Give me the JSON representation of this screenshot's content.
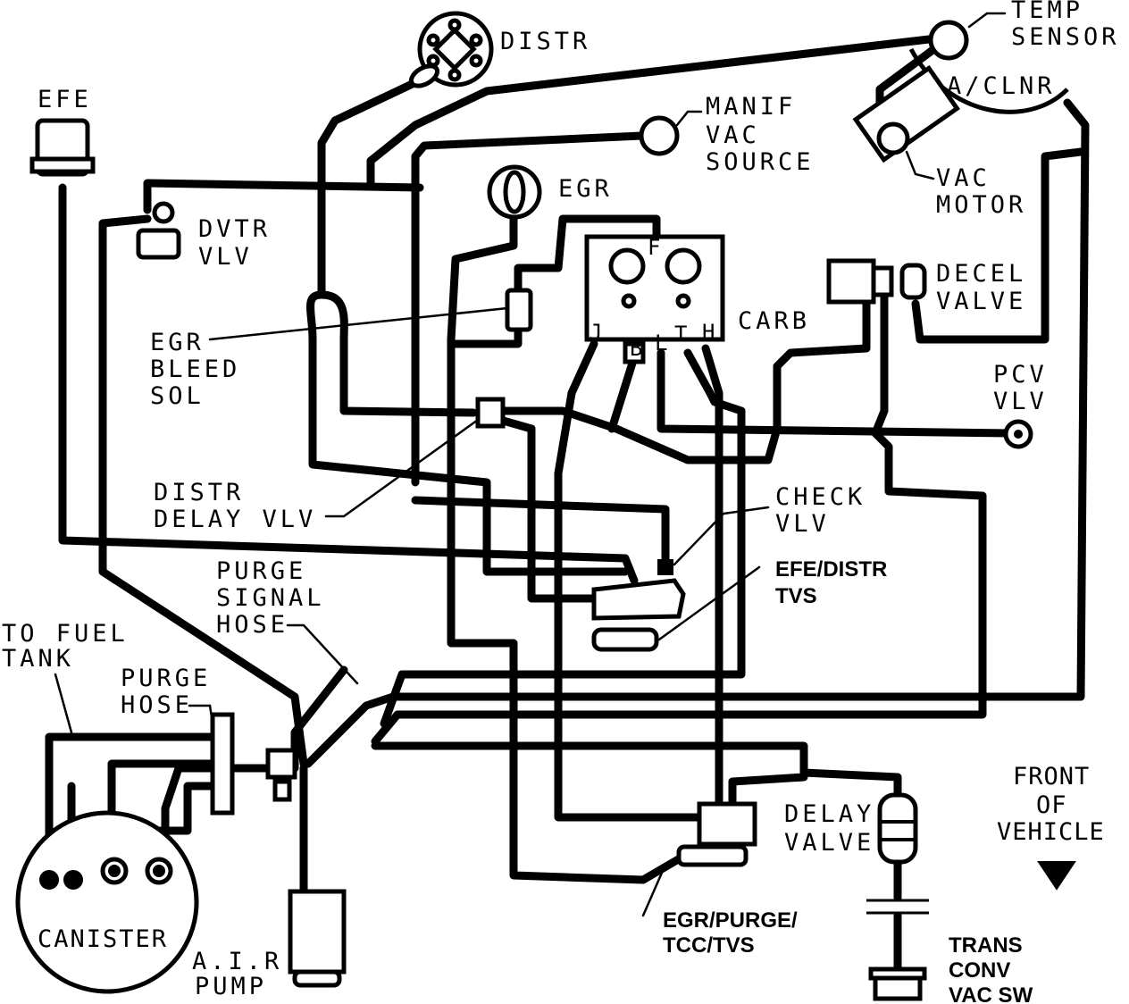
{
  "labels": {
    "distr": "DISTR",
    "temp_sensor_1": "TEMP",
    "temp_sensor_2": "SENSOR",
    "a_clnr": "A/CLNR",
    "efe": "EFE",
    "manif_1": "MANIF",
    "manif_2": "VAC",
    "manif_3": "SOURCE",
    "vac_motor_1": "VAC",
    "vac_motor_2": "MOTOR",
    "egr": "EGR",
    "dvtr_1": "DVTR",
    "dvtr_2": "VLV",
    "carb": "CARB",
    "decel_1": "DECEL",
    "decel_2": "VALVE",
    "egr_bleed_1": "EGR",
    "egr_bleed_2": "BLEED",
    "egr_bleed_3": "SOL",
    "pcv_1": "PCV",
    "pcv_2": "VLV",
    "distr_delay_1": "DISTR",
    "distr_delay_2": "DELAY VLV",
    "check_1": "CHECK",
    "check_2": "VLV",
    "efe_tvs_1": "EFE/DISTR",
    "efe_tvs_2": "TVS",
    "purge_signal_1": "PURGE",
    "purge_signal_2": "SIGNAL",
    "purge_signal_3": "HOSE",
    "fuel_tank_1": "TO FUEL",
    "fuel_tank_2": "TANK",
    "purge_hose_1": "PURGE",
    "purge_hose_2": "HOSE",
    "front_1": "FRONT",
    "front_2": "OF",
    "front_3": "VEHICLE",
    "delay_valve_1": "DELAY",
    "delay_valve_2": "VALVE",
    "canister": "CANISTER",
    "air_pump_1": "A.I.R.",
    "air_pump_2": "PUMP",
    "egr_tvs_1": "EGR/PURGE/",
    "egr_tvs_2": "TCC/TVS",
    "trans_1": "TRANS",
    "trans_2": "CONV",
    "trans_3": "VAC SW"
  },
  "carb_ports": {
    "f": "F",
    "j": "J",
    "b": "B",
    "l": "L",
    "t": "T",
    "h": "H"
  }
}
